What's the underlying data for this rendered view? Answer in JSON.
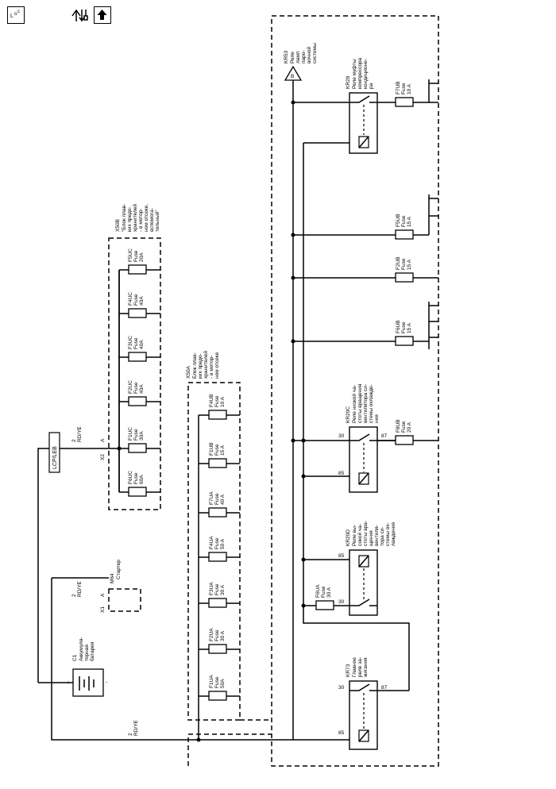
{
  "toolbar": {
    "loc_label": "L O C",
    "icons": [
      "location-icon",
      "wrench-arrows-icon",
      "up-arrow-icon"
    ]
  },
  "components": {
    "battery": {
      "ref": "C1",
      "name": "Аккумуля-\nторная\nбатарея",
      "plus": "+",
      "minus": "-"
    },
    "starter": {
      "ref": "M64",
      "name": "Стартер",
      "conn": "X1",
      "pin": "A",
      "wire_num": "2",
      "wire_color": "RD/YE"
    },
    "lcp": {
      "label": "LCP/LEB"
    },
    "bus_wire": {
      "num": "2",
      "color": "RD/YE"
    },
    "x50b": {
      "ref": "X50B",
      "name": "\"Блок плав-\nких предо-\nхранителей\n- в мотор-\nном отсеке,\nвспомога-\nтельный\"",
      "conn": "X2",
      "pin": "A",
      "wire_num": "2",
      "wire_color": "RD/YE",
      "fuses": [
        {
          "id": "F6UC",
          "type": "Fuse",
          "rating": "60A"
        },
        {
          "id": "F1UC",
          "type": "Fuse",
          "rating": "30A"
        },
        {
          "id": "F2UC",
          "type": "Fuse",
          "rating": "40A"
        },
        {
          "id": "F3UC",
          "type": "Fuse",
          "rating": "40A"
        },
        {
          "id": "F4UC",
          "type": "Fuse",
          "rating": "40A"
        },
        {
          "id": "F5UC",
          "type": "Fuse",
          "rating": "20A"
        }
      ]
    },
    "x50a": {
      "ref": "X50A",
      "name": "Блок плав-\nких предо-\nхранителей\n- в мотор-\nном отсеке",
      "fuses": [
        {
          "id": "F1UA",
          "type": "Fuse",
          "rating": "50A"
        },
        {
          "id": "F2UA",
          "type": "Fuse",
          "rating": "30 A"
        },
        {
          "id": "F3UA",
          "type": "Fuse",
          "rating": "30 A"
        },
        {
          "id": "F4UA",
          "type": "Fuse",
          "rating": "50 A"
        },
        {
          "id": "F7UA",
          "type": "Fuse",
          "rating": "40 A"
        },
        {
          "id": "F1UB",
          "type": "Fuse",
          "rating": "15 A"
        },
        {
          "id": "F4UB",
          "type": "Fuse",
          "rating": "10 A"
        }
      ]
    },
    "kr53": {
      "ref": "KR53",
      "name": "Реле\nламп\nпаро-\nвочной\nсистемы",
      "pin": "B"
    },
    "kr29": {
      "ref": "KR29",
      "name": "Реле муфты\nкомпрессора\nкондиционе-\nра"
    },
    "kr20c": {
      "ref": "KR20C",
      "name": "Реле низкой ча-\nстоты вращения\nвентилятора си-\nстемы охлажде-\nния",
      "pins": [
        "30",
        "87",
        "85"
      ]
    },
    "kr20d": {
      "ref": "KR20D",
      "name": "Реле вы-\nсокой ча-\nстоты вра-\nщения\nвентиля-\nтора си-\nстемы ох-\nлаждения",
      "pins": [
        "85",
        "30"
      ]
    },
    "kr73": {
      "ref": "KR73",
      "name": "Главное\nреле за-\nжигания",
      "pins": [
        "30",
        "87",
        "85"
      ]
    },
    "right_fuses": [
      {
        "id": "F7UB",
        "type": "Fuse",
        "rating": "10 A"
      },
      {
        "id": "F5UB",
        "type": "Fuse",
        "rating": "15 A"
      },
      {
        "id": "F2UB",
        "type": "Fuse",
        "rating": "15 A"
      },
      {
        "id": "F6UB",
        "type": "Fuse",
        "rating": "15 A"
      },
      {
        "id": "F8UB",
        "type": "Fuse",
        "rating": "20 A"
      }
    ],
    "f6ua": {
      "id": "F6UA",
      "type": "Fuse",
      "rating": "30 A"
    }
  }
}
